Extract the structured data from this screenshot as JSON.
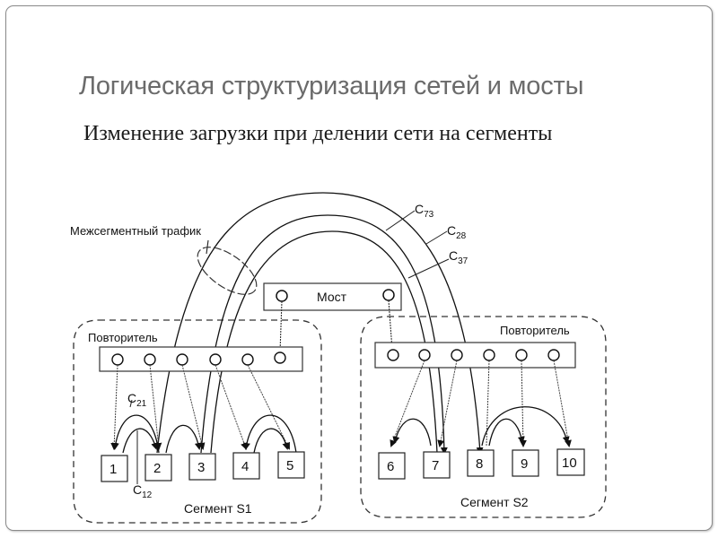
{
  "slide": {
    "title": "Логическая структуризация сетей и мосты",
    "subtitle": "Изменение загрузки при делении сети на сегменты"
  },
  "diagram": {
    "intersegment_label": "Межсегментный трафик",
    "bridge": {
      "label": "Мост",
      "ports": 2
    },
    "segments": [
      {
        "id": "S1",
        "label": "Сегмент S1",
        "repeater_label": "Повторитель",
        "repeater_ports": 6,
        "nodes": [
          "1",
          "2",
          "3",
          "4",
          "5"
        ]
      },
      {
        "id": "S2",
        "label": "Сегмент S2",
        "repeater_label": "Повторитель",
        "repeater_ports": 6,
        "nodes": [
          "6",
          "7",
          "8",
          "9",
          "10"
        ]
      }
    ],
    "flows": [
      {
        "name": "C",
        "sub": "73",
        "from": "7",
        "to": "3"
      },
      {
        "name": "C",
        "sub": "28",
        "from": "2",
        "to": "8"
      },
      {
        "name": "C",
        "sub": "37",
        "from": "3",
        "to": "7"
      },
      {
        "name": "C",
        "sub": "21",
        "from": "2",
        "to": "1"
      },
      {
        "name": "C",
        "sub": "12",
        "from": "1",
        "to": "2"
      }
    ]
  }
}
